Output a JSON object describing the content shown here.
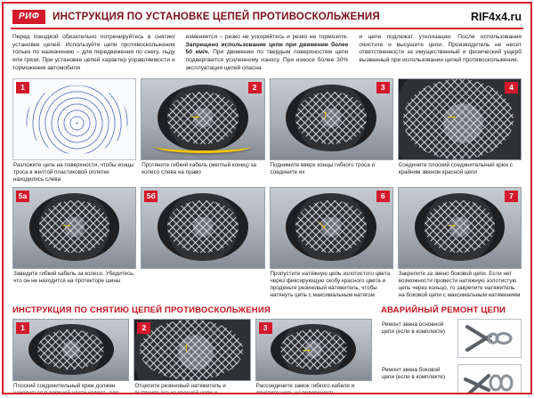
{
  "page": {
    "logo": "РИФ",
    "title": "ИНСТРУКЦИЯ ПО УСТАНОВКЕ ЦЕПЕЙ ПРОТИВОСКОЛЬЖЕНИЯ",
    "site": "RIF4x4.ru"
  },
  "icons": {
    "arrow": "→"
  },
  "intro": {
    "col1": "Перед поездкой обязательно потренируйтесь в снятии/установке цепей. Используйте цепи противоскольжения только по назначению – для передвижения по снегу, льду или грязи. При установке цепей характер управляемости и торможения автомобиля",
    "col2a": "изменяется – резко не ускоряйтесь и резко не тормозите. ",
    "col2b": "Запрещено использование цепи при движении более 50 км/ч.",
    "col2c": " При движении по твердым поверхностям цепи подвергаются усиленному износу. При износе более 30% эксплуатация цепей опасна",
    "col3": "и цепи подлежат утилизации. После использования очистите и высушите цепи. Производитель не несет ответственности за имущественный и физический ущерб вызванный при использовании цепей противоскольжения."
  },
  "install": {
    "steps": [
      {
        "num": "1",
        "caption": "Разложите цепь на поверхности, чтобы концы троса в желтой пластиковой оплетке находились слева"
      },
      {
        "num": "2",
        "caption": "Протяните гибкий кабель (желтый конец) за колесо слева на право"
      },
      {
        "num": "3",
        "caption": "Поднимите вверх концы гибкого троса и соедините их"
      },
      {
        "num": "4",
        "caption": "Соедините плоский соединительный крюк с крайним звеном красной цепи"
      },
      {
        "num": "5а",
        "caption": "Заведите гибкий кабель за колесо. Убедитесь, что он не находится на протекторе шины"
      },
      {
        "num": "5б",
        "caption": ""
      },
      {
        "num": "6",
        "caption": "Пропустите натяжную цепь золотистого цвета через фиксирующую скобу красного цвета и проденьте резиновый натяжитель, чтобы натянуть цепь с максимальным натягом"
      },
      {
        "num": "7",
        "caption": "Закрепите за звено боковой цепи. Если нет возможности провести натяжную золотистую цепь через кольцо, то закрепите натяжитель на боковой цепи с максимальным натяжением"
      }
    ]
  },
  "removal": {
    "title": "ИНСТРУКЦИЯ ПО СНЯТИЮ ЦЕПЕЙ ПРОТИВОСКОЛЬЖЕНИЯ",
    "steps": [
      {
        "num": "1",
        "caption": "Плоский соединительный крюк должен находиться в верхней части колеса, для автомобилей с задним приводом и в передней части для переднего привода"
      },
      {
        "num": "2",
        "caption": "Отцепите резиновый натяжитель и вытяните его из красной цепи и фиксирующей скобы."
      },
      {
        "num": "3",
        "caption": "Рассоедините замок гибкого кабеля и опустите цепь на поверхность. Переместите автомобиль, чтобы высвободить цепь из-под колеса"
      }
    ]
  },
  "repair": {
    "title": "АВАРИЙНЫЙ РЕМОНТ ЦЕПИ",
    "items": [
      {
        "caption": "Ремонт звена основной цепи (если в комплекте)"
      },
      {
        "caption": "Ремонт звена боковой цепи (если в комплекте)"
      }
    ]
  }
}
